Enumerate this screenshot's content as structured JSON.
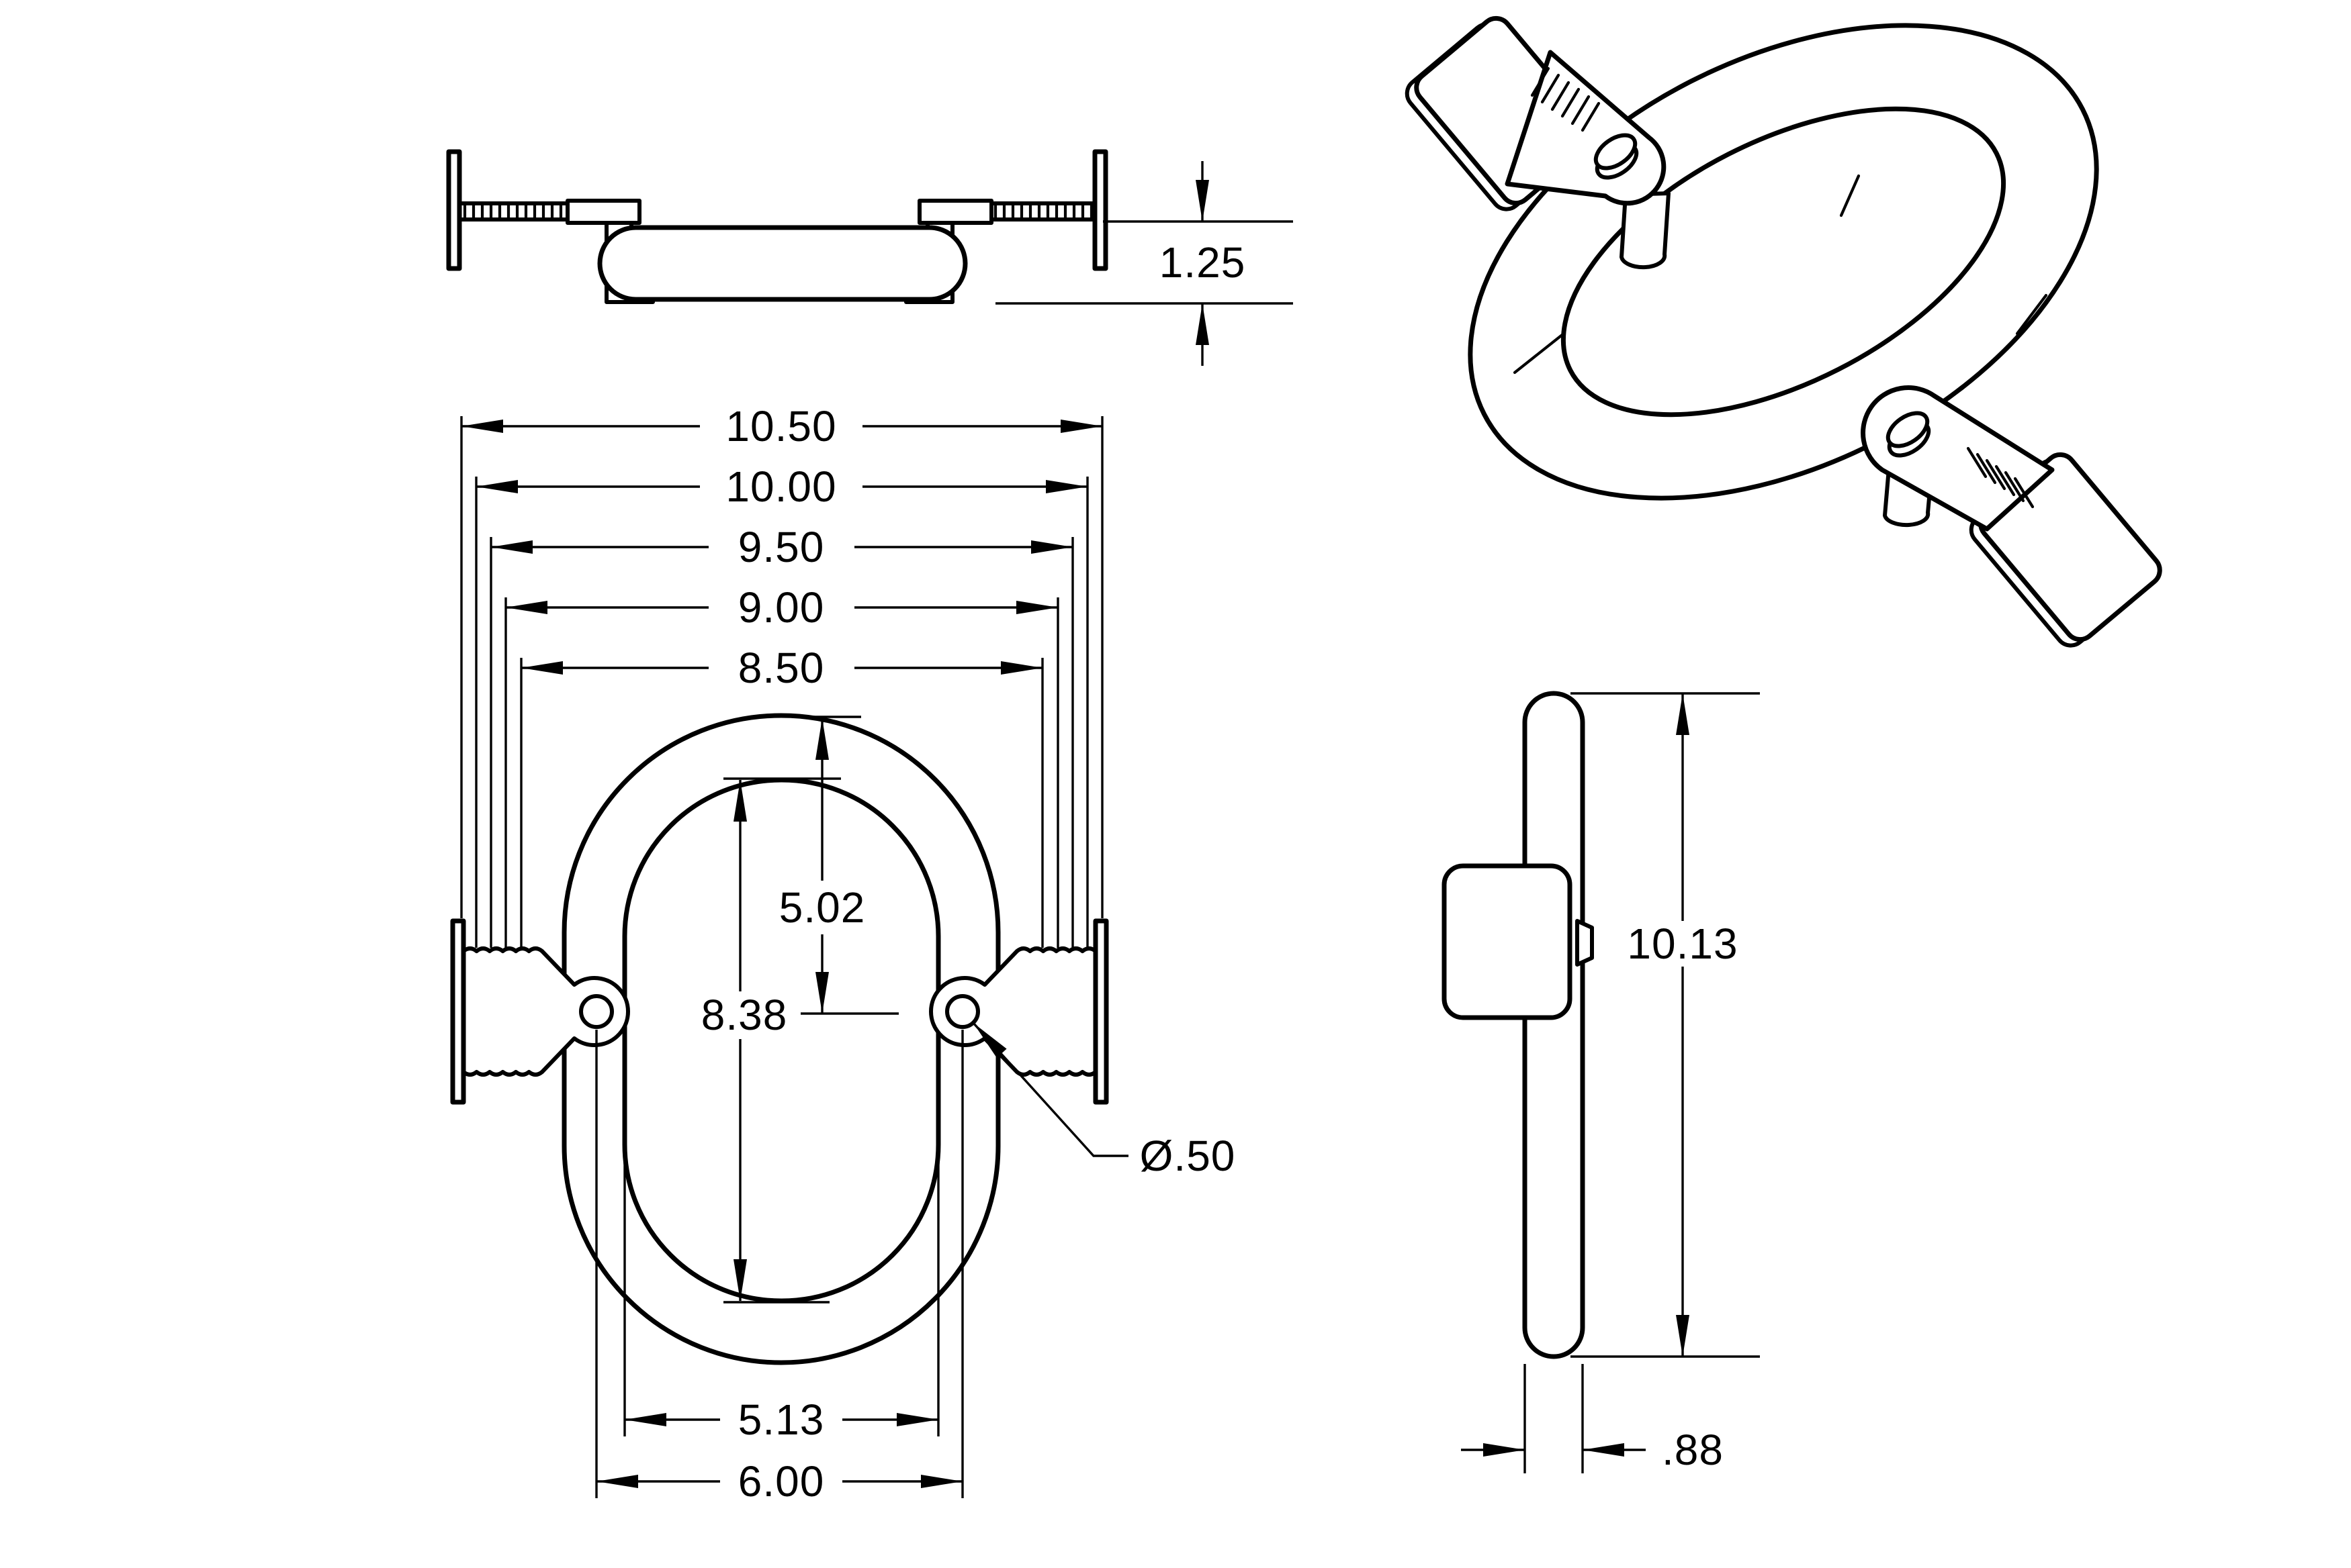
{
  "drawing": {
    "background_color": "#ffffff",
    "line_color": "#000000",
    "type": "engineering-drawing"
  },
  "front_view": {
    "dim_1_25": "1.25"
  },
  "plan_view": {
    "dim_10_50": "10.50",
    "dim_10_00": "10.00",
    "dim_9_50": "9.50",
    "dim_9_00": "9.00",
    "dim_8_50": "8.50",
    "dim_5_02": "5.02",
    "dim_8_38": "8.38",
    "dim_hole_dia": "Ø.50",
    "dim_5_13": "5.13",
    "dim_6_00": "6.00"
  },
  "side_view": {
    "dim_10_13": "10.13",
    "dim_0_88": ".88"
  }
}
